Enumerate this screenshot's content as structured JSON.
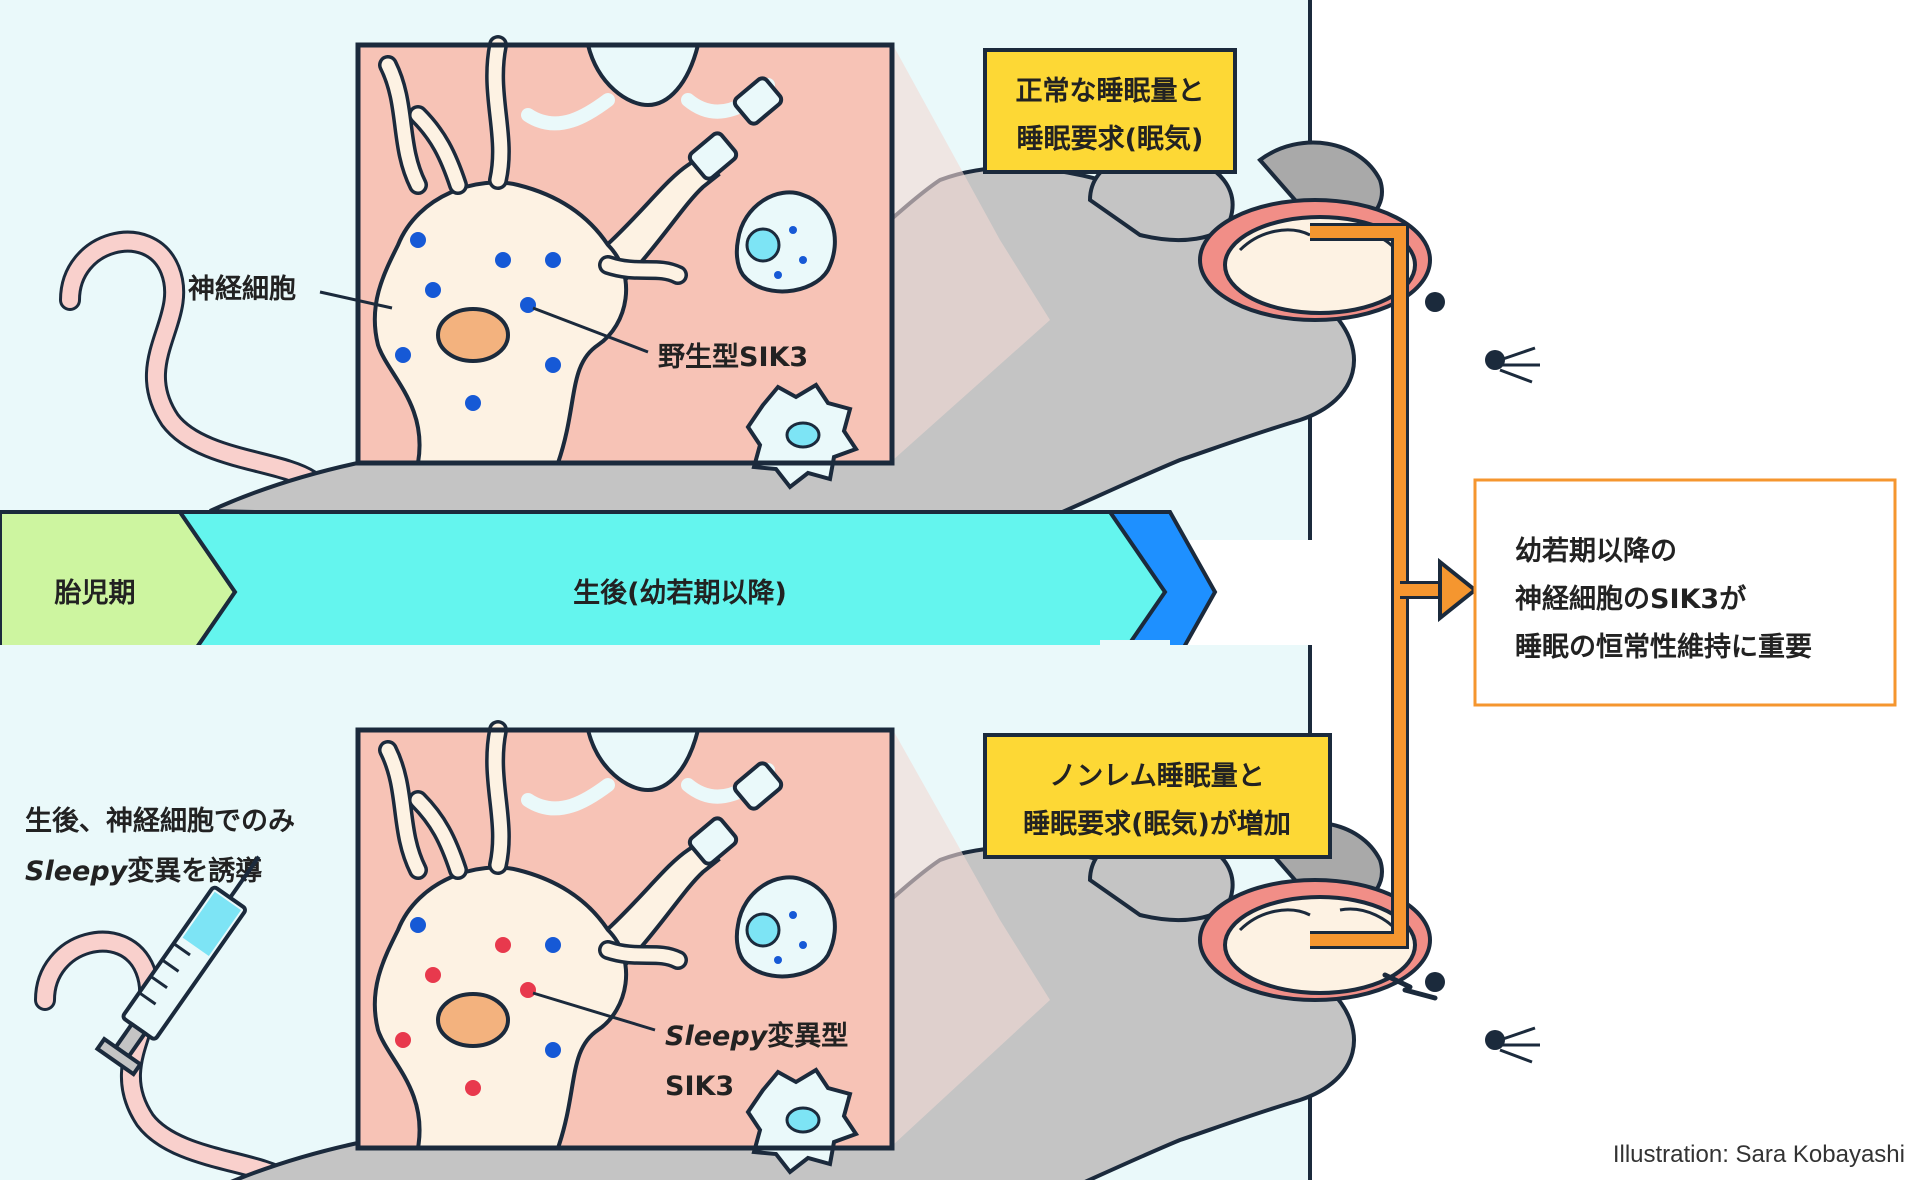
{
  "timeline": {
    "stage_1": "胎児期",
    "stage_2": "生後(幼若期以降)"
  },
  "top_panel": {
    "neuron_label": "神経細胞",
    "protein_label": "野生型SIK3",
    "result_line_1": "正常な睡眠量と",
    "result_line_2": "睡眠要求(眠気)"
  },
  "bottom_panel": {
    "induction_line_1": "生後、神経細胞でのみ",
    "induction_italic": "Sleepy",
    "induction_rest": "変異を誘導",
    "protein_italic": "Sleepy",
    "protein_rest": "変異型",
    "protein_line_2": "SIK3",
    "result_line_1": "ノンレム睡眠量と",
    "result_line_2": "睡眠要求(眠気)が増加"
  },
  "conclusion": {
    "line_1": "幼若期以降の",
    "line_2": "神経細胞のSIK3が",
    "line_3": "睡眠の恒常性維持に重要"
  },
  "credit": "Illustration: Sara Kobayashi",
  "colors": {
    "panel_bg": "#eaf9fa",
    "tissue": "#f7c3b6",
    "neuron": "#fdf2e3",
    "wildtype_dot": "#1659d6",
    "mutant_dot": "#e8394d",
    "nucleus": "#f3b27e",
    "mouse": "#c4c4c4",
    "result_box": "#fdd835",
    "arrow": "#f5962f",
    "timeline_fetal": "#cdf5a0",
    "timeline_post": "#64f5ee",
    "timeline_tip": "#1e90ff"
  },
  "icons": [
    "mouse",
    "neuron",
    "glial-cell",
    "syringe",
    "arrow-right"
  ]
}
